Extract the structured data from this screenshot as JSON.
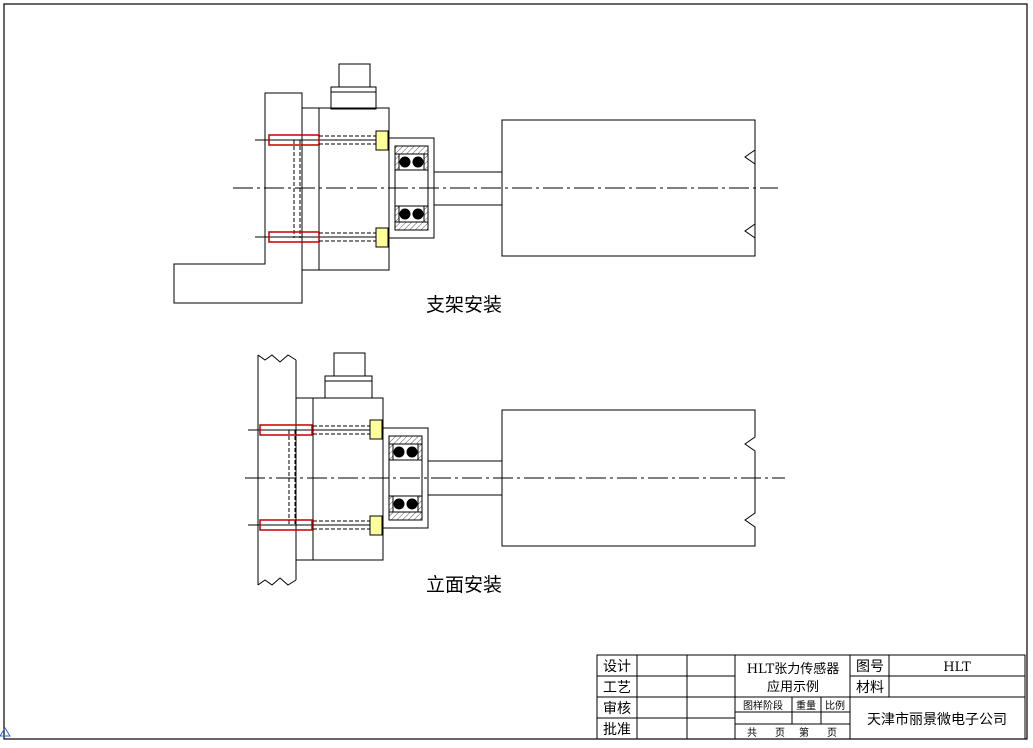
{
  "views": {
    "bracket_label": "支架安装",
    "vertical_label": "立面安装"
  },
  "title_block": {
    "design": "设计",
    "process": "工艺",
    "review": "审核",
    "approve": "批准",
    "title_line1": "HLT张力传感器",
    "title_line2": "应用示例",
    "drawing_no_label": "图号",
    "drawing_no_value": "HLT",
    "material_label": "材料",
    "stage_label": "图样阶段",
    "weight_label": "重量",
    "scale_label": "比例",
    "total": "共",
    "sheet_unit1": "页",
    "sheet_label": "第",
    "sheet_unit2": "页",
    "company": "天津市丽景微电子公司"
  },
  "colors": {
    "line": "#000000",
    "bolt_red": "#c00000",
    "washer_yellow": "#ffff99",
    "hatch": "#555555"
  }
}
